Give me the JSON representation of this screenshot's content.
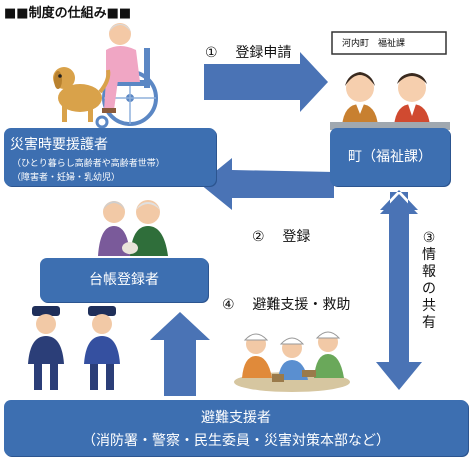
{
  "header": {
    "title": "■■制度の仕組み■■"
  },
  "steps": {
    "step1": {
      "num": "①",
      "text": "登録申請"
    },
    "step2": {
      "num": "②",
      "text": "登録"
    },
    "step3": {
      "num": "③",
      "text": "情報の共有"
    },
    "step4": {
      "num": "④",
      "text": "避難支援・救助"
    }
  },
  "boxes": {
    "requester": {
      "title": "災害時要援護者",
      "sub1": "（ひとり暮らし高齢者や高齢者世帯）",
      "sub2": "（障害者・妊婦・乳幼児）"
    },
    "town": {
      "title": "町（福祉課）"
    },
    "registry": {
      "title": "台帳登録者"
    },
    "supporters": {
      "title": "避難支援者",
      "sub": "（消防署・警察・民生委員・災害対策本部など）"
    }
  },
  "sign": {
    "text": "河内町　福祉課"
  },
  "colors": {
    "box": "#3d6fb1",
    "arrow": "#4a73b5",
    "header": "#111111"
  }
}
